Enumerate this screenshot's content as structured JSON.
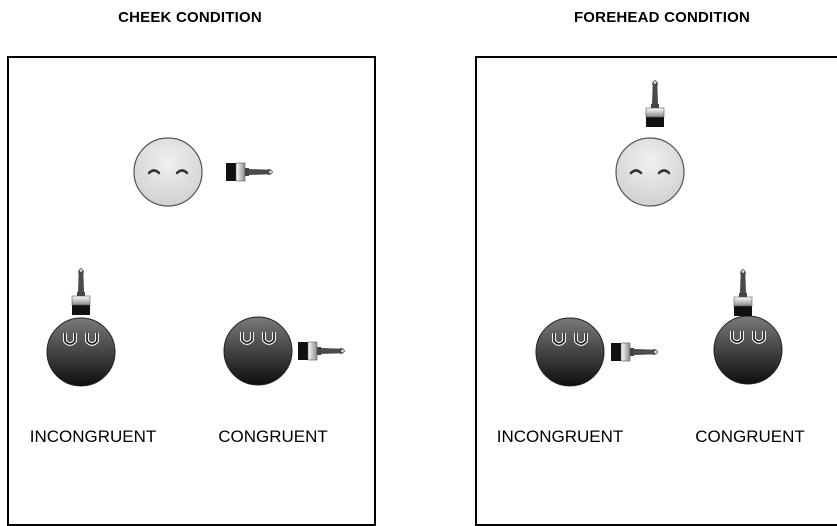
{
  "panels": [
    {
      "title": "CHEEK CONDITION",
      "labels": {
        "incongruent": "INCONGRUENT",
        "congruent": "CONGRUENT"
      }
    },
    {
      "title": "FOREHEAD CONDITION",
      "labels": {
        "incongruent": "INCONGRUENT",
        "congruent": "CONGRUENT"
      }
    }
  ],
  "colors": {
    "light_face": "#e2e2e2",
    "dark_face_top": "#6a6a6a",
    "dark_face_bottom": "#0a0a0a",
    "outline": "#333333"
  }
}
